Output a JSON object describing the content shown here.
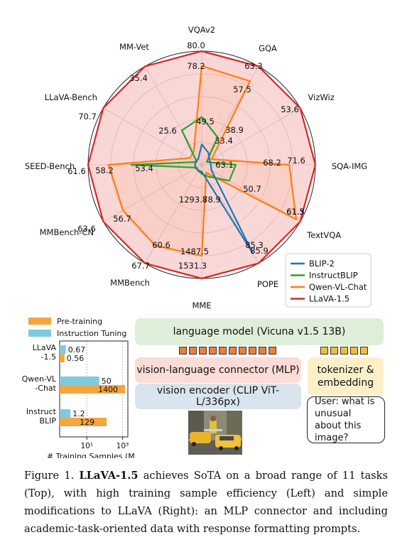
{
  "radar": {
    "axes": [
      "VQAv2",
      "GQA",
      "VizWiz",
      "SQA-IMG",
      "TextVQA",
      "POPE",
      "MME",
      "MMBench",
      "MMBench-CN",
      "SEED-Bench",
      "LLaVA-Bench",
      "MM-Vet"
    ],
    "value_labels": [
      {
        "axis": "VQAv2",
        "text": "80.0",
        "series": "LLaVA-1.5"
      },
      {
        "axis": "VQAv2",
        "text": "78.2",
        "series": "Qwen-VL-Chat"
      },
      {
        "axis": "VQAv2",
        "text": "49.5",
        "series": "InstructBLIP"
      },
      {
        "axis": "GQA",
        "text": "63.3",
        "series": "LLaVA-1.5"
      },
      {
        "axis": "GQA",
        "text": "57.5",
        "series": "Qwen-VL-Chat"
      },
      {
        "axis": "GQA",
        "text": "38.9",
        "series": "InstructBLIP"
      },
      {
        "axis": "GQA",
        "text": "33.4",
        "series": "InstructBLIP"
      },
      {
        "axis": "VizWiz",
        "text": "53.6",
        "series": "LLaVA-1.5"
      },
      {
        "axis": "SQA-IMG",
        "text": "71.6",
        "series": "LLaVA-1.5"
      },
      {
        "axis": "SQA-IMG",
        "text": "68.2",
        "series": "Qwen-VL-Chat"
      },
      {
        "axis": "SQA-IMG",
        "text": "63.1",
        "series": "InstructBLIP"
      },
      {
        "axis": "TextVQA",
        "text": "61.3",
        "series": "LLaVA-1.5"
      },
      {
        "axis": "TextVQA",
        "text": "61.5",
        "series": "Qwen-VL-Chat"
      },
      {
        "axis": "TextVQA",
        "text": "50.7",
        "series": "InstructBLIP"
      },
      {
        "axis": "POPE",
        "text": "85.3",
        "series": "BLIP-2"
      },
      {
        "axis": "POPE",
        "text": "85.9",
        "series": "LLaVA-1.5"
      },
      {
        "axis": "MME",
        "text": "1487.5",
        "series": "Qwen-VL-Chat"
      },
      {
        "axis": "MME",
        "text": "1531.3",
        "series": "LLaVA-1.5"
      },
      {
        "axis": "MME",
        "text": "1293.8",
        "series": "BLIP-2"
      },
      {
        "axis": "MME",
        "text": "78.9",
        "series": "InstructBLIP"
      },
      {
        "axis": "MMBench",
        "text": "60.6",
        "series": "Qwen-VL-Chat"
      },
      {
        "axis": "MMBench",
        "text": "67.7",
        "series": "LLaVA-1.5"
      },
      {
        "axis": "MMBench-CN",
        "text": "56.7",
        "series": "Qwen-VL-Chat"
      },
      {
        "axis": "MMBench-CN",
        "text": "63.6",
        "series": "LLaVA-1.5"
      },
      {
        "axis": "SEED-Bench",
        "text": "61.6",
        "series": "LLaVA-1.5"
      },
      {
        "axis": "SEED-Bench",
        "text": "58.2",
        "series": "Qwen-VL-Chat"
      },
      {
        "axis": "SEED-Bench",
        "text": "53.4",
        "series": "InstructBLIP"
      },
      {
        "axis": "LLaVA-Bench",
        "text": "70.7",
        "series": "LLaVA-1.5"
      },
      {
        "axis": "MM-Vet",
        "text": "35.4",
        "series": "LLaVA-1.5"
      },
      {
        "axis": "MM-Vet",
        "text": "25.6",
        "series": "InstructBLIP"
      }
    ],
    "legend": [
      {
        "name": "BLIP-2",
        "color": "#1f77b4"
      },
      {
        "name": "InstructBLIP",
        "color": "#2ca02c"
      },
      {
        "name": "Qwen-VL-Chat",
        "color": "#ff7f0e"
      },
      {
        "name": "LLaVA-1.5",
        "color": "#d62728"
      }
    ]
  },
  "chart_data": [
    {
      "type": "radar",
      "title": "",
      "axes": [
        "VQAv2",
        "GQA",
        "VizWiz",
        "SQA-IMG",
        "TextVQA",
        "POPE",
        "MME",
        "MMBench",
        "MMBench-CN",
        "SEED-Bench",
        "LLaVA-Bench",
        "MM-Vet"
      ],
      "legend_position": "bottom-right",
      "normalized_series": [
        {
          "name": "BLIP-2",
          "color": "#1f77b4",
          "values": [
            0.18,
            0.12,
            0.08,
            0.08,
            0.1,
            0.9,
            0.06,
            0.06,
            0.06,
            0.06,
            0.06,
            0.06
          ]
        },
        {
          "name": "InstructBLIP",
          "color": "#2ca02c",
          "values": [
            0.42,
            0.28,
            0.05,
            0.3,
            0.28,
            0.12,
            0.08,
            0.06,
            0.05,
            0.62,
            0.05,
            0.35
          ]
        },
        {
          "name": "Qwen-VL-Chat",
          "color": "#ff7f0e",
          "values": [
            0.87,
            0.85,
            0.1,
            0.77,
            0.96,
            0.08,
            0.8,
            0.82,
            0.8,
            0.82,
            0.12,
            0.14
          ]
        },
        {
          "name": "LLaVA-1.5",
          "color": "#d62728",
          "values": [
            1.0,
            1.0,
            1.0,
            1.0,
            1.0,
            1.0,
            1.0,
            1.0,
            1.0,
            1.0,
            1.0,
            1.0
          ]
        }
      ]
    },
    {
      "type": "bar",
      "orientation": "horizontal",
      "xlabel": "# Training Samples (M)",
      "xscale": "log",
      "xtick_labels": [
        "10¹",
        "10³"
      ],
      "xticks": [
        10,
        1000
      ],
      "xlim": [
        0.3,
        2000
      ],
      "categories": [
        "LLaVA\n-1.5",
        "Qwen-VL\n-Chat",
        "Instruct\nBLIP"
      ],
      "series": [
        {
          "name": "Pre-training",
          "color": "#f5a540",
          "values": [
            0.56,
            1400,
            129
          ],
          "labels": [
            "0.56",
            "1400",
            "129"
          ]
        },
        {
          "name": "Instruction Tuning",
          "color": "#7ecbe0",
          "values": [
            0.67,
            50,
            1.2
          ],
          "labels": [
            "0.67",
            "50",
            "1.2"
          ]
        }
      ]
    }
  ],
  "architecture": {
    "language_model": "language model (Vicuna v1.5 13B)",
    "connector": "vision-language connector (MLP)",
    "vision_encoder": "vision encoder (CLIP ViT-L/336px)",
    "tokenizer": "tokenizer &\nembedding",
    "user_prompt": "User: what is unusual about this image?",
    "visual_token_count": 10,
    "text_token_count": 5,
    "visual_token_color": "#ee7e3a",
    "text_token_color": "#f6bd31"
  },
  "caption": {
    "prefix": "Figure 1. ",
    "bold": "LLaVA-1.5",
    "rest": " achieves SoTA on a broad range of 11 tasks (Top), with high training sample efficiency (Left) and simple modifications to LLaVA (Right): an MLP connector and including academic-task-oriented data with response formatting prompts."
  }
}
